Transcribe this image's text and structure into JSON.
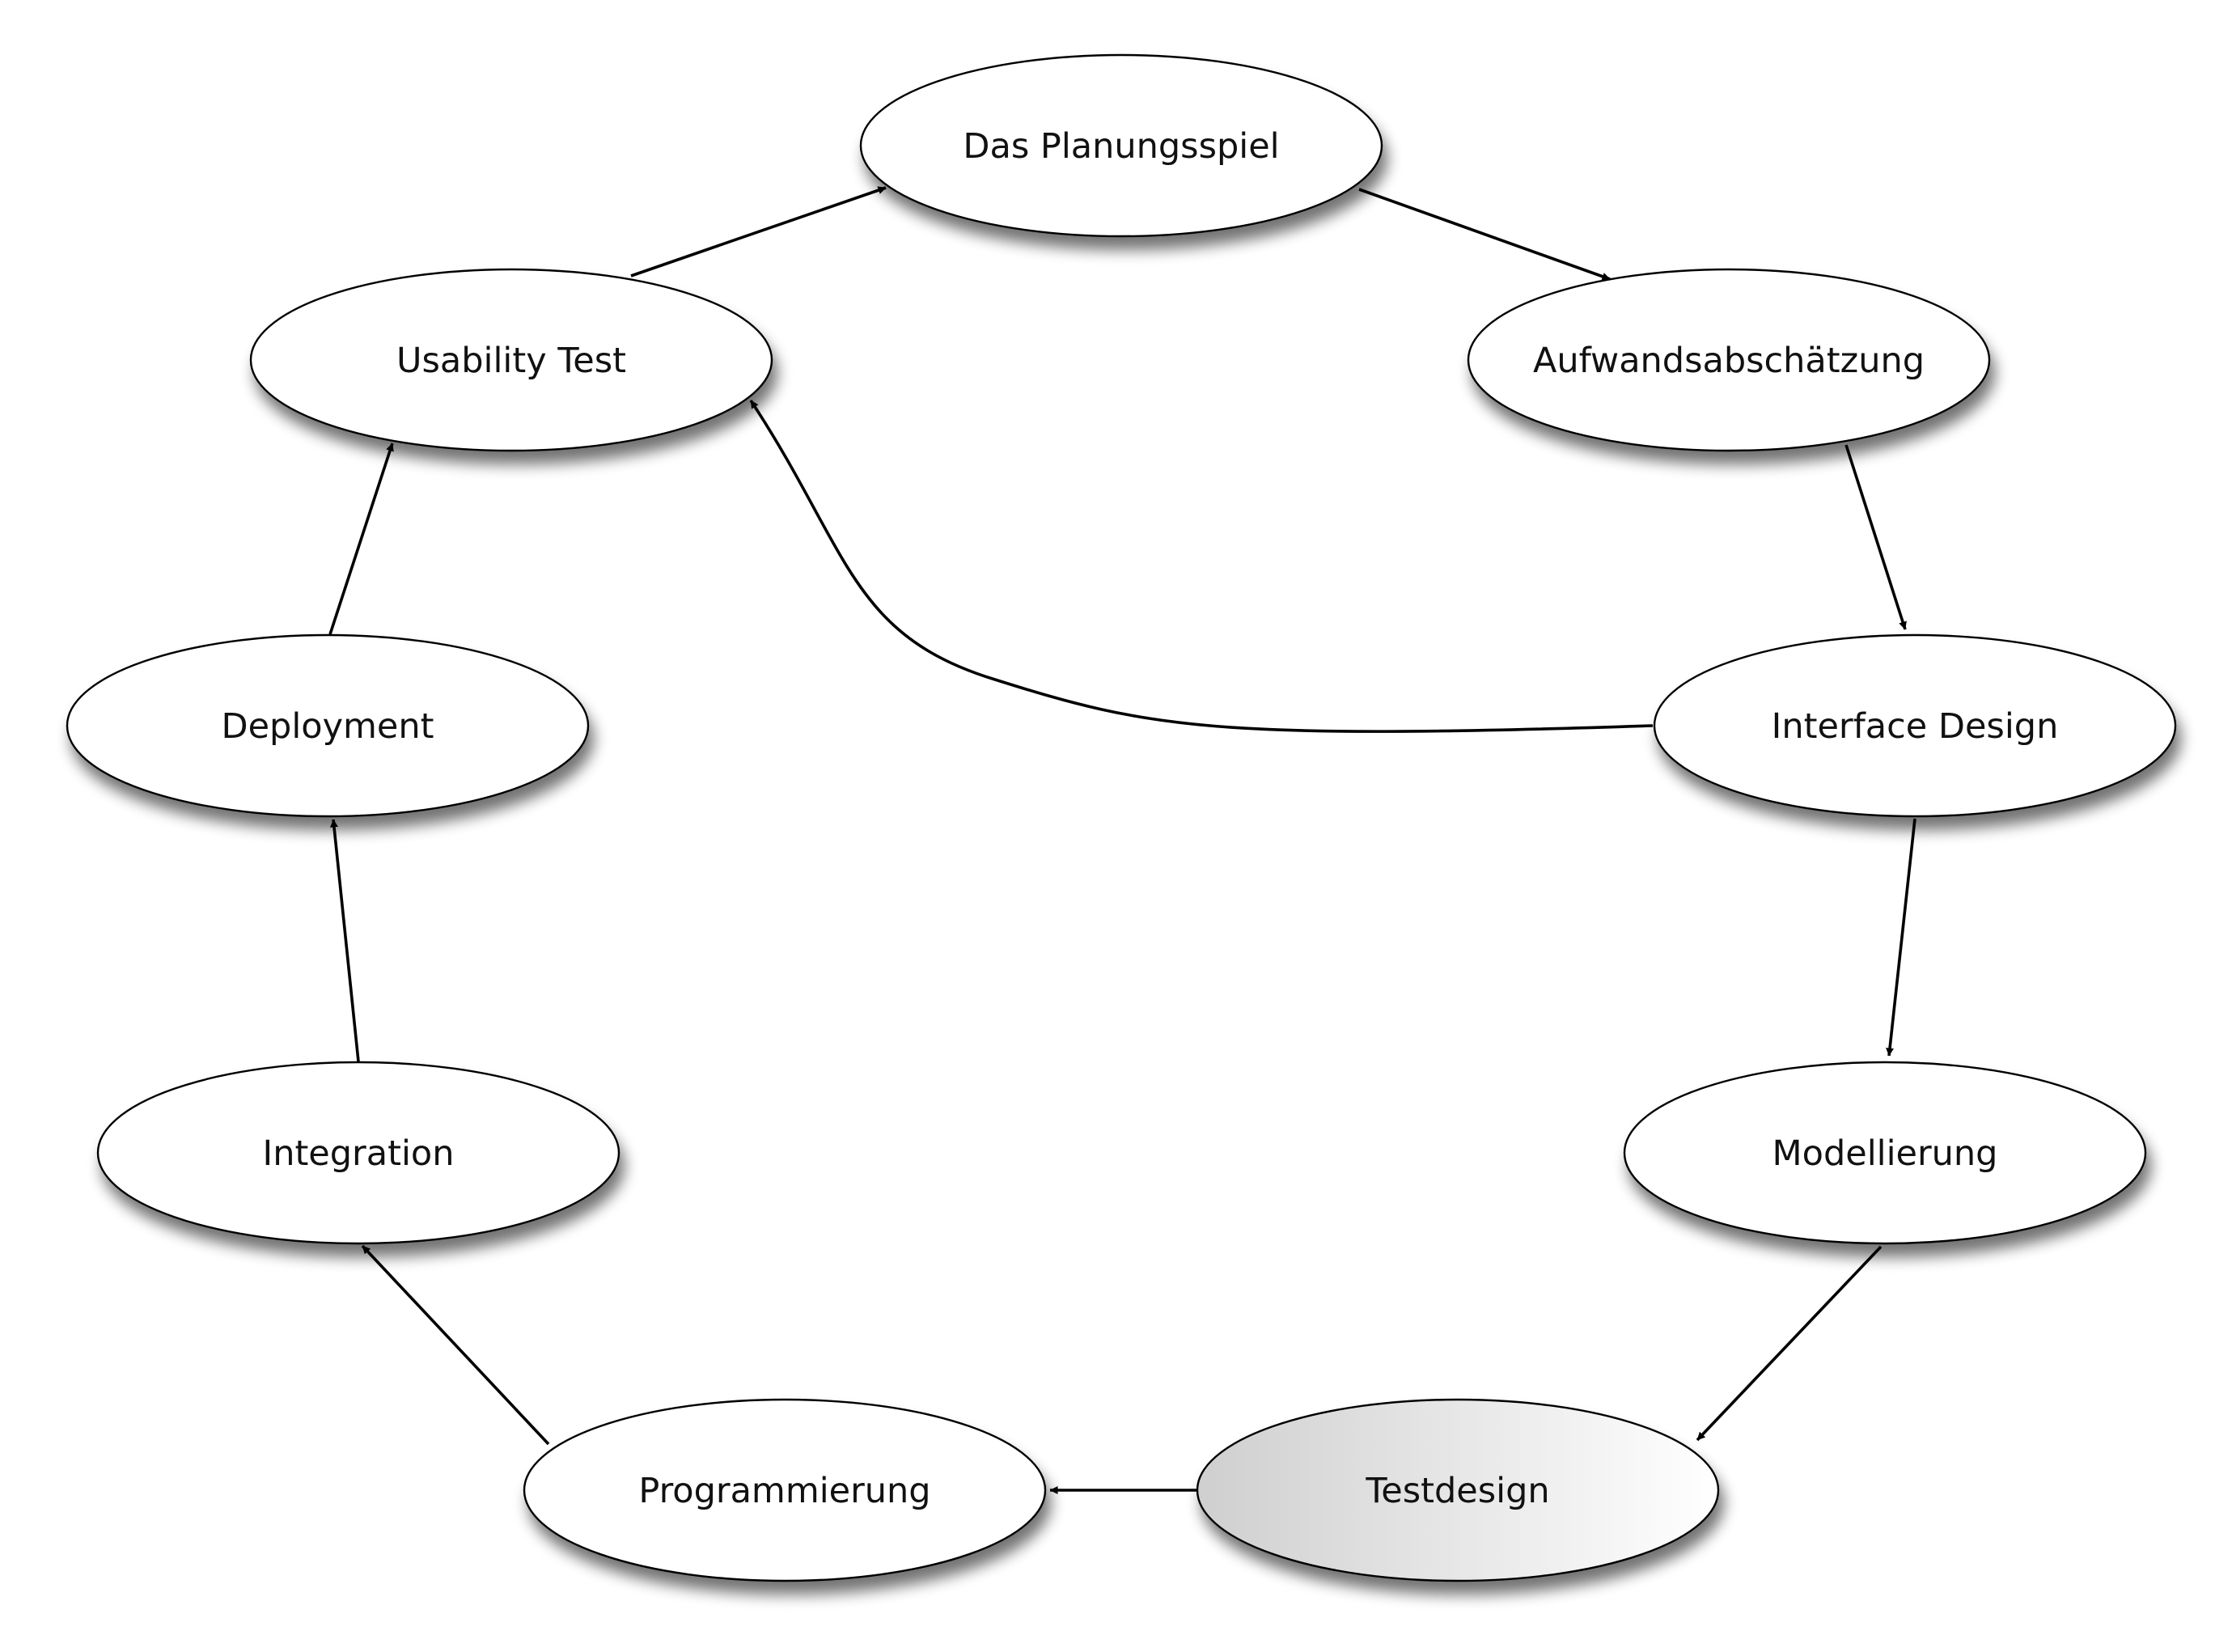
{
  "diagram": {
    "type": "cycle-flowchart",
    "nodes": [
      {
        "id": "planungsspiel",
        "label": "Das Planungsspiel",
        "highlighted": false
      },
      {
        "id": "aufwand",
        "label": "Aufwandsabschätzung",
        "highlighted": false
      },
      {
        "id": "interface",
        "label": "Interface Design",
        "highlighted": false
      },
      {
        "id": "modellierung",
        "label": "Modellierung",
        "highlighted": false
      },
      {
        "id": "testdesign",
        "label": "Testdesign",
        "highlighted": true
      },
      {
        "id": "programmierung",
        "label": "Programmierung",
        "highlighted": false
      },
      {
        "id": "integration",
        "label": "Integration",
        "highlighted": false
      },
      {
        "id": "deployment",
        "label": "Deployment",
        "highlighted": false
      },
      {
        "id": "usability",
        "label": "Usability Test",
        "highlighted": false
      }
    ],
    "edges": [
      {
        "from": "usability",
        "to": "planungsspiel"
      },
      {
        "from": "planungsspiel",
        "to": "aufwand"
      },
      {
        "from": "aufwand",
        "to": "interface"
      },
      {
        "from": "interface",
        "to": "modellierung"
      },
      {
        "from": "modellierung",
        "to": "testdesign"
      },
      {
        "from": "testdesign",
        "to": "programmierung"
      },
      {
        "from": "programmierung",
        "to": "integration"
      },
      {
        "from": "integration",
        "to": "deployment"
      },
      {
        "from": "deployment",
        "to": "usability"
      },
      {
        "from": "interface",
        "to": "usability"
      }
    ],
    "colors": {
      "node_fill": "#ffffff",
      "highlight_gradient_start": "#cfcfcf",
      "highlight_gradient_end": "#ffffff",
      "stroke": "#000000",
      "shadow": "#555555",
      "text": "#111111"
    }
  }
}
